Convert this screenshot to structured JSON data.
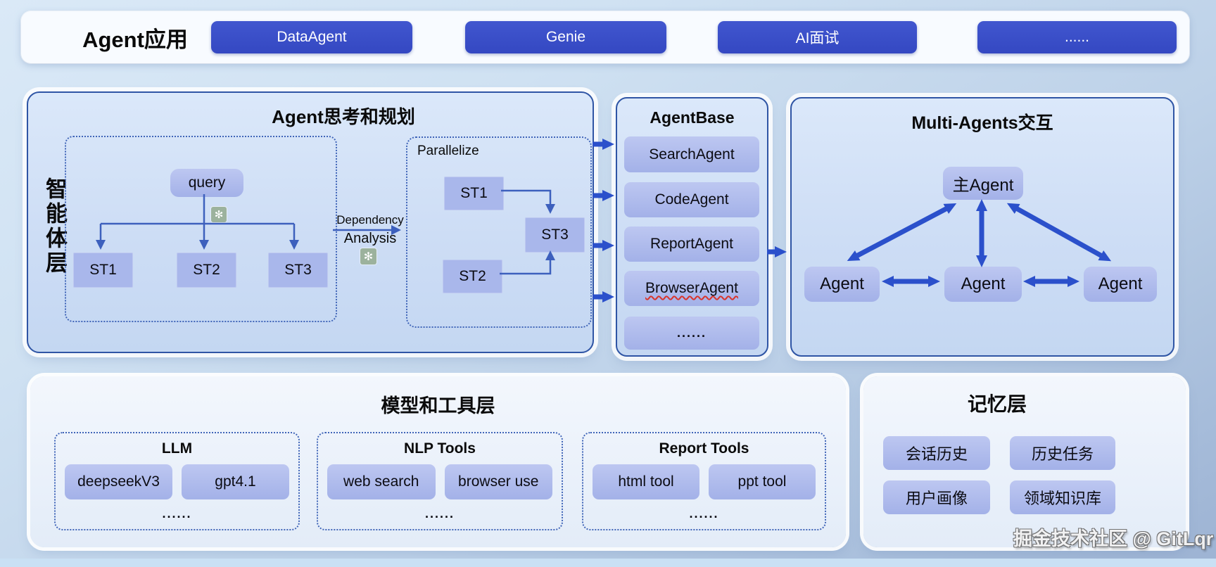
{
  "top_bar": {
    "title": "Agent应用",
    "buttons": [
      {
        "label": "DataAgent"
      },
      {
        "label": "Genie"
      },
      {
        "label": "AI面试"
      },
      {
        "label": "......"
      }
    ]
  },
  "agent_layer": {
    "side_label": "智能体层",
    "planning_title": "Agent思考和规划",
    "task_decompose": {
      "query": "query",
      "subtasks": [
        "ST1",
        "ST2",
        "ST3"
      ]
    },
    "dependency_label": {
      "line1": "Dependency",
      "line2": "Analysis"
    },
    "parallelize": {
      "title": "Parallelize",
      "st1": "ST1",
      "st2": "ST2",
      "st3": "ST3"
    },
    "agent_base": {
      "title": "AgentBase",
      "items": [
        "SearchAgent",
        "CodeAgent",
        "ReportAgent",
        "BrowserAgent",
        "......"
      ]
    },
    "multi_agents": {
      "title": "Multi-Agents交互",
      "main_agent": "主Agent",
      "agents": [
        "Agent",
        "Agent",
        "Agent"
      ]
    }
  },
  "tools_layer": {
    "title": "模型和工具层",
    "groups": [
      {
        "title": "LLM",
        "items": [
          "deepseekV3",
          "gpt4.1"
        ],
        "more": "......"
      },
      {
        "title": "NLP Tools",
        "items": [
          "web search",
          "browser use"
        ],
        "more": "......"
      },
      {
        "title": "Report Tools",
        "items": [
          "html tool",
          "ppt tool"
        ],
        "more": "......"
      }
    ]
  },
  "memory_layer": {
    "title": "记忆层",
    "items": [
      "会话历史",
      "历史任务",
      "用户画像",
      "领域知识库"
    ]
  },
  "watermark": "掘金技术社区 @ GitLqr",
  "icons": {
    "openai_glyph": "✻",
    "openai_name": "openai-logo"
  },
  "colors": {
    "app_button_blue": "#3a4fc8",
    "panel_border_blue": "#2f55a5",
    "panel_fill_blue": "#cdddf5",
    "arrow_thin": "#3d60bd",
    "arrow_thick": "#2b50cb",
    "node_chip": "#a9b7eb",
    "openai_icon_bg": "#9cb29d",
    "spellcheck_squiggle": "#d9342b"
  }
}
